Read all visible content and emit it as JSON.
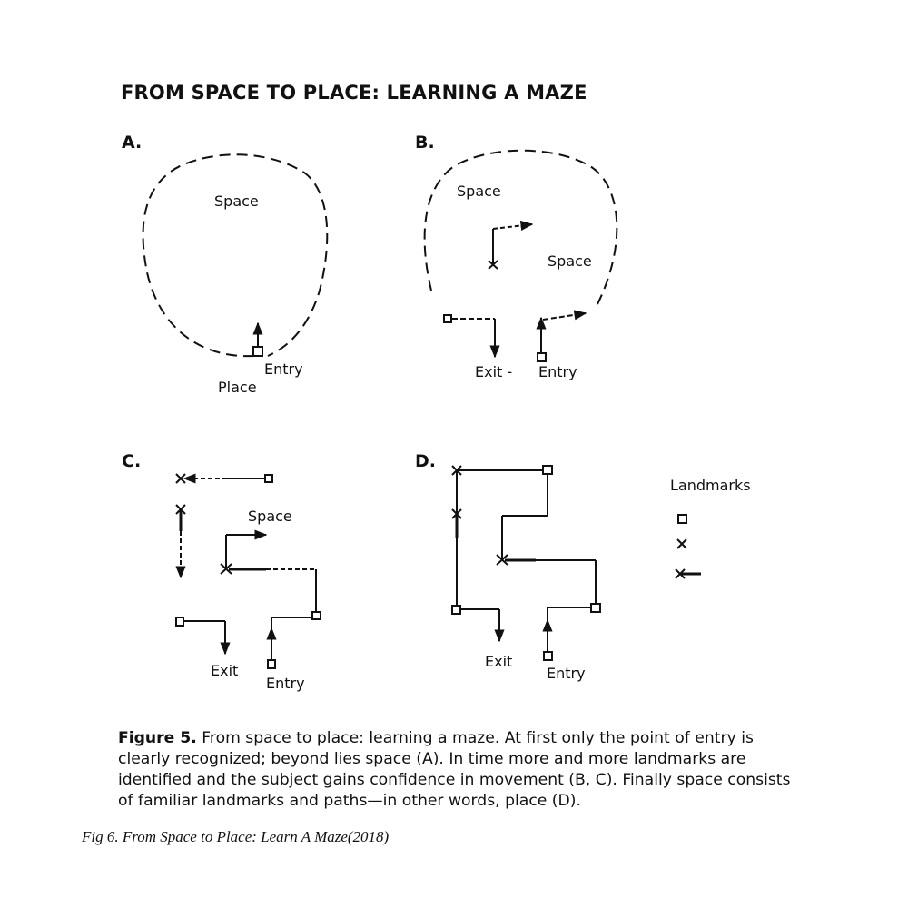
{
  "title": "FROM SPACE TO PLACE: LEARNING A MAZE",
  "panels": {
    "a": {
      "letter": "A.",
      "space": "Space",
      "entry": "Entry",
      "place": "Place"
    },
    "b": {
      "letter": "B.",
      "space1": "Space",
      "space2": "Space",
      "exit": "Exit -",
      "entry": "Entry"
    },
    "c": {
      "letter": "C.",
      "space": "Space",
      "exit": "Exit",
      "entry": "Entry"
    },
    "d": {
      "letter": "D.",
      "exit": "Exit",
      "entry": "Entry"
    }
  },
  "legend": {
    "title": "Landmarks"
  },
  "caption": {
    "figure_label": "Figure 5.",
    "text": "From space to place: learning a maze. At first only the point of entry is clearly recognized; beyond lies space (A). In time more and more landmarks are identified and the subject gains confidence in movement (B, C). Finally space consists of familiar landmarks and paths—in other words, place (D)."
  },
  "source": "Fig 6. From Space to Place: Learn A Maze(2018)"
}
